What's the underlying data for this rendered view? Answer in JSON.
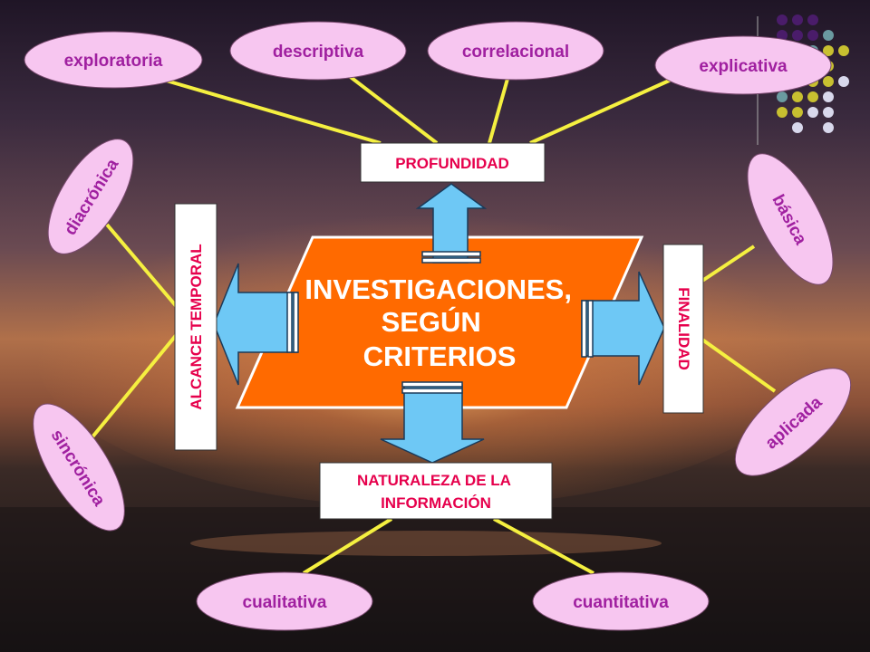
{
  "center": {
    "lines": [
      "INVESTIGACIONES,",
      "SEGÚN",
      "CRITERIOS"
    ]
  },
  "criteria": {
    "profundidad": "PROFUNDIDAD",
    "alcance_temporal": "ALCANCE TEMPORAL",
    "finalidad": "FINALIDAD",
    "naturaleza": [
      "NATURALEZA DE LA",
      "INFORMACIÓN"
    ]
  },
  "types": {
    "exploratoria": "exploratoria",
    "descriptiva": "descriptiva",
    "correlacional": "correlacional",
    "explicativa": "explicativa",
    "diacronica": "diacrónica",
    "sincronica": "sincrónica",
    "basica": "básica",
    "aplicada": "aplicada",
    "cualitativa": "cualitativa",
    "cuantitativa": "cuantitativa"
  },
  "colors": {
    "ellipse_fill": "#f7c6f0",
    "ellipse_text": "#a020a0",
    "box_text": "#e6004c",
    "connector": "#f5f040",
    "arrow_fill": "#6ec8f5",
    "center_fill": "#ff6a00"
  }
}
